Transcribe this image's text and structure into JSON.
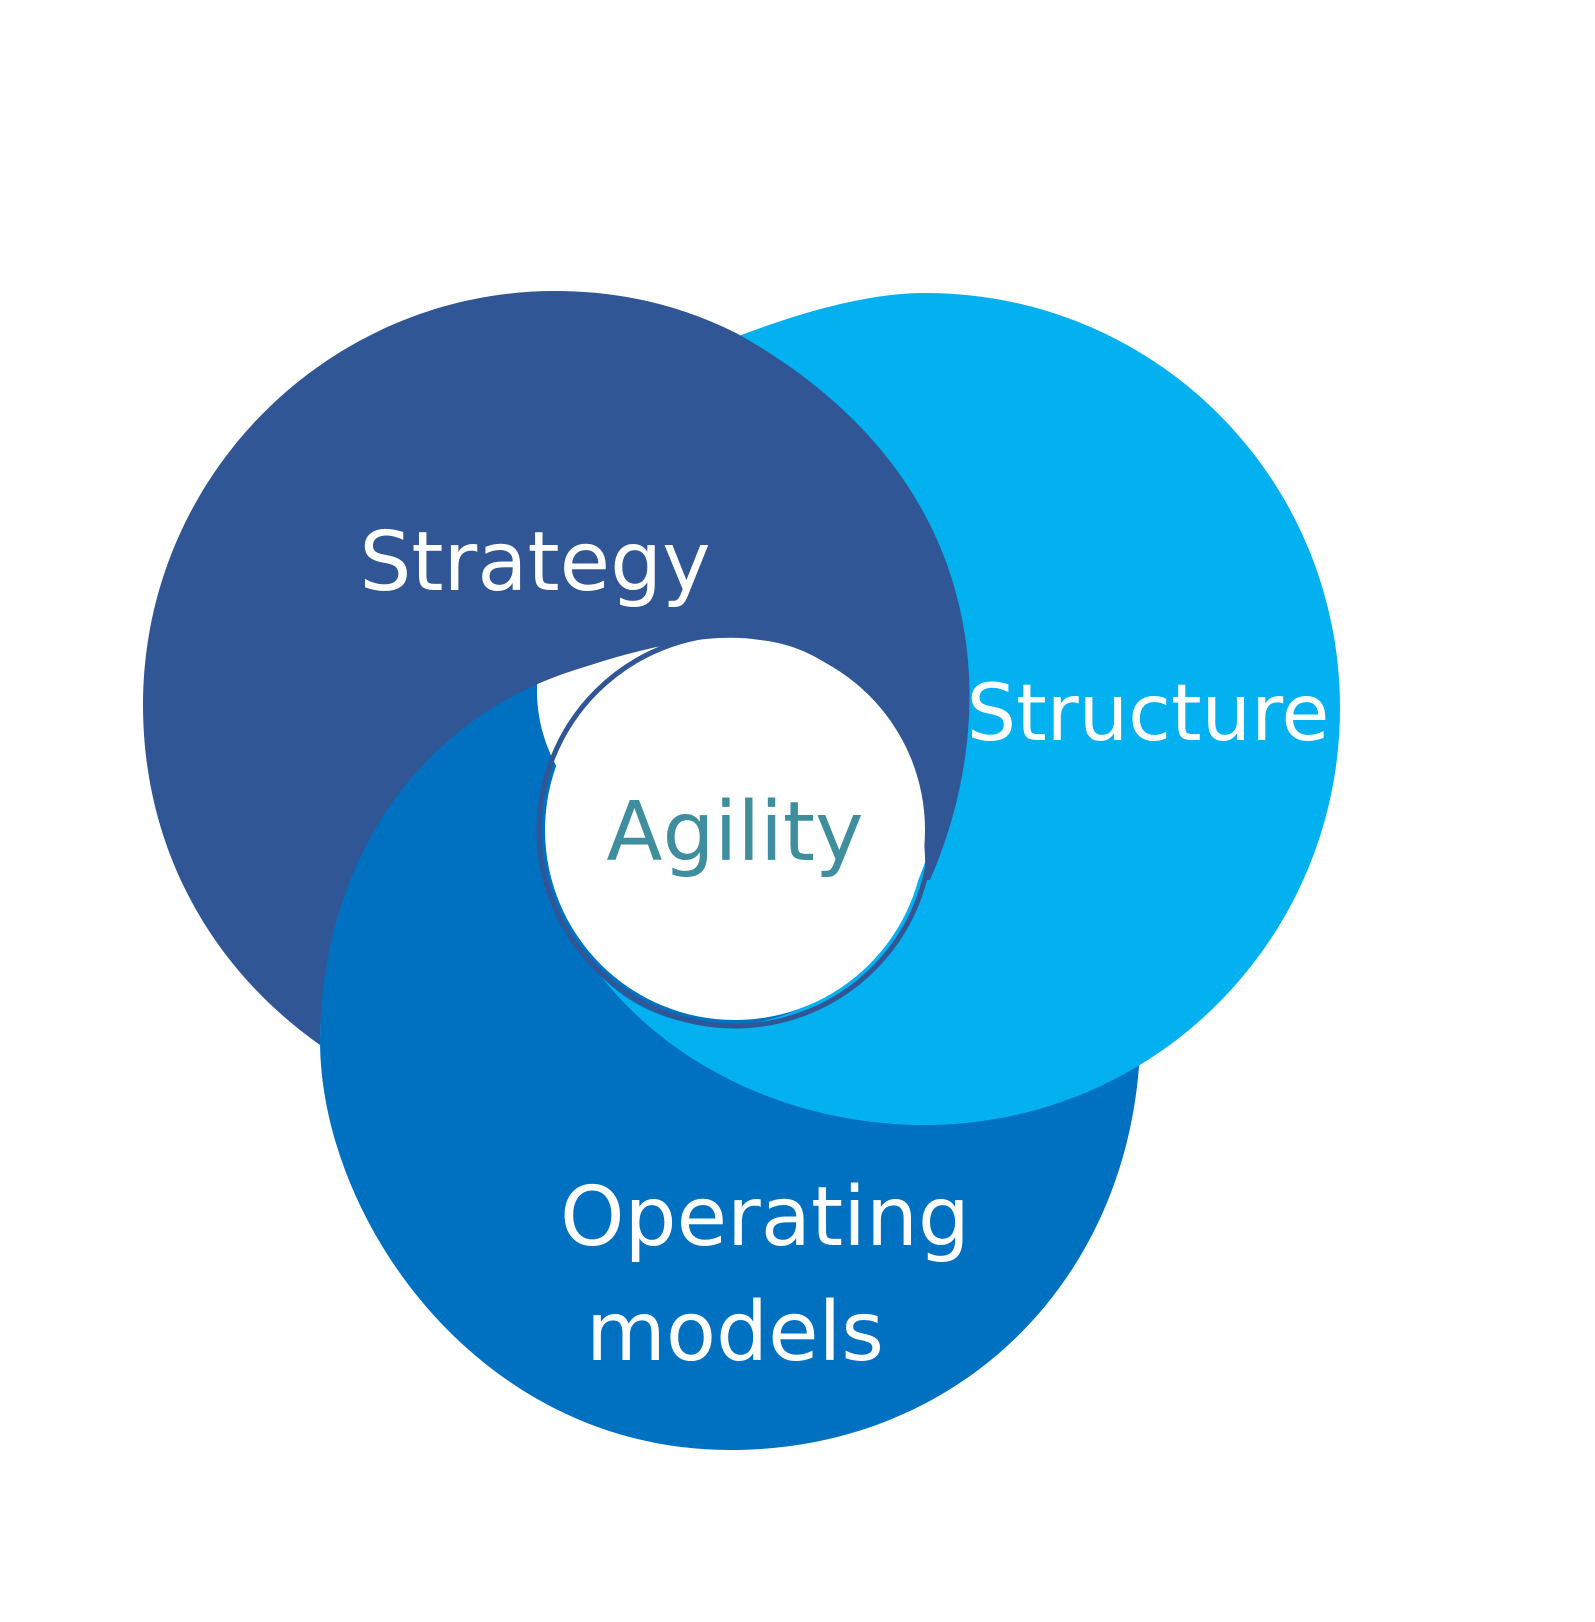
{
  "diagram": {
    "segments": {
      "strategy": {
        "label": "Strategy",
        "color": "#305695"
      },
      "structure": {
        "label": "Structure",
        "color": "#03b0f0"
      },
      "operating_models": {
        "label_line1": "Operating",
        "label_line2": "models",
        "color": "#0070c0"
      }
    },
    "center": {
      "label": "Agility",
      "color": "#ffffff",
      "text_color": "#3f8e9e",
      "ring_color": "#305695"
    },
    "label_color": "#ffffff"
  }
}
